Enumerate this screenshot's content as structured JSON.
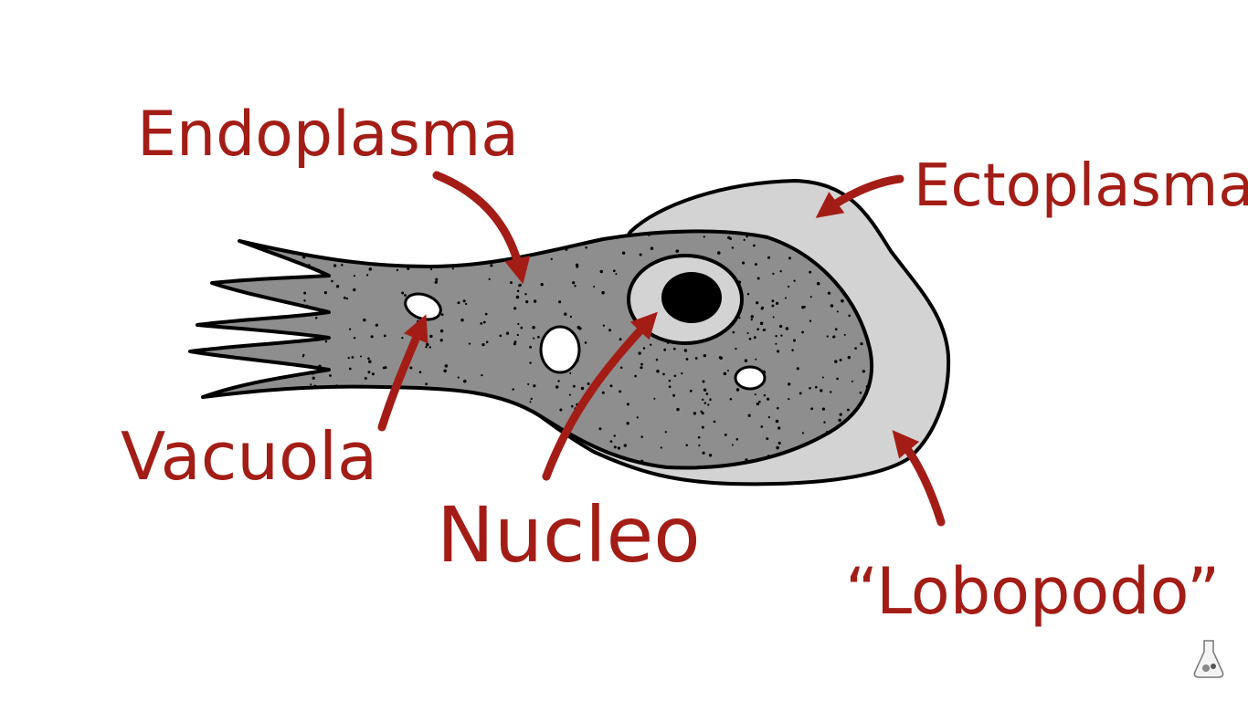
{
  "diagram": {
    "labels": {
      "endoplasma": "Endoplasma",
      "ectoplasma": "Ectoplasma",
      "vacuola": "Vacuola",
      "nucleo": "Nucleo",
      "lobopodo": "“Lobopodo”"
    },
    "colors": {
      "label": "#a31d16",
      "ectoplasm": "#d3d3d3",
      "endoplasm": "#8e8e8e",
      "outline": "#000000",
      "nucleolus": "#000000",
      "vacuole": "#ffffff",
      "background": "#ffffff"
    }
  },
  "watermark": {
    "icon": "flask-logo-icon"
  }
}
